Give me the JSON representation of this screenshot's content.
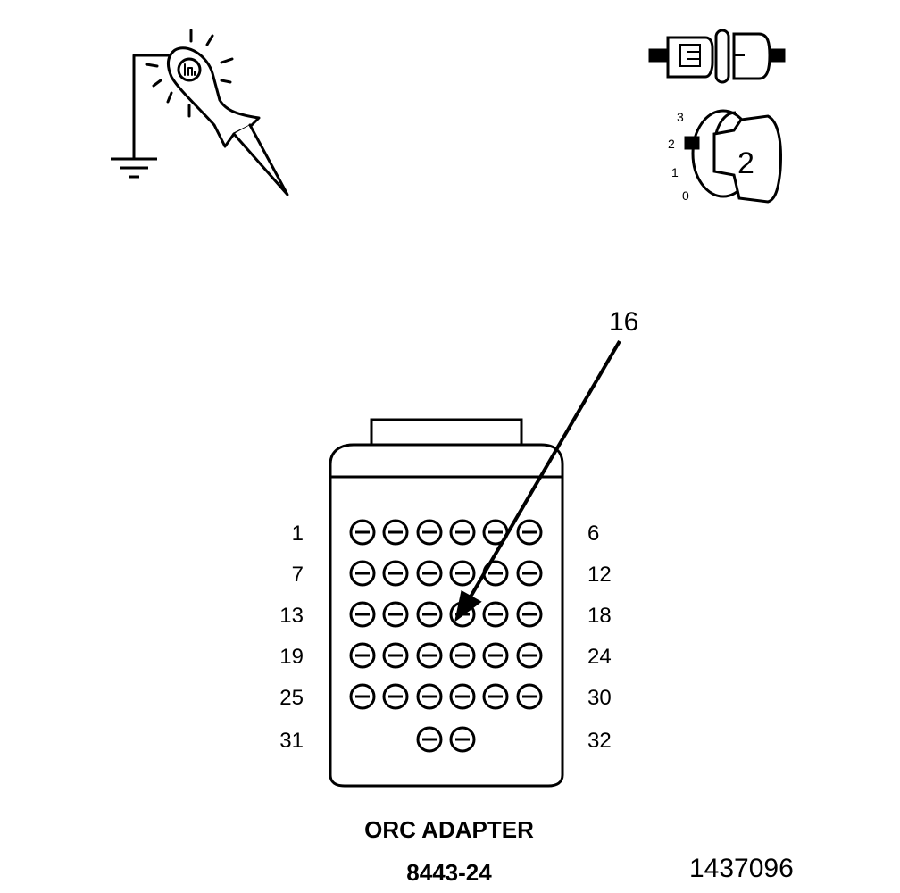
{
  "callout": {
    "pin_label": "16"
  },
  "ignition_switch": {
    "positions": [
      "3",
      "2",
      "1",
      "0"
    ],
    "key_label": "2"
  },
  "adapter": {
    "row_left_labels": [
      "1",
      "7",
      "13",
      "19",
      "25",
      "31"
    ],
    "row_right_labels": [
      "6",
      "12",
      "18",
      "24",
      "30",
      "32"
    ],
    "pins_per_row": [
      6,
      6,
      6,
      6,
      6,
      2
    ],
    "highlighted_pin": 16,
    "name": "ORC ADAPTER",
    "part_number": "8443-24"
  },
  "figure_id": "1437096",
  "icons": [
    "test-light-icon",
    "ground-icon",
    "disconnect-connector-icon",
    "ignition-key-icon"
  ]
}
